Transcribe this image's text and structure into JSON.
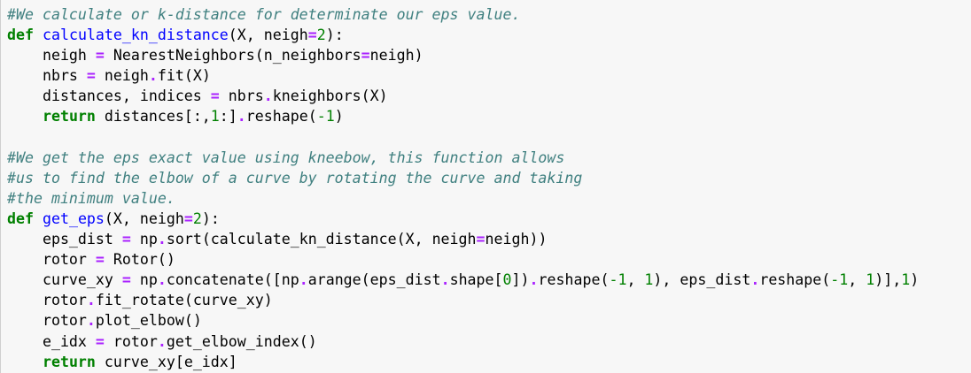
{
  "colors": {
    "background": "#f7f7f7",
    "comment": "#408080",
    "keyword": "#008000",
    "function_name": "#0000ff",
    "operator": "#aa22ff",
    "number": "#008000",
    "text": "#000000"
  },
  "code_lines": [
    [
      {
        "t": "#We calculate or k-distance for determinate our eps value.",
        "c": "cm"
      }
    ],
    [
      {
        "t": "def",
        "c": "kw"
      },
      {
        "t": " ",
        "c": "p"
      },
      {
        "t": "calculate_kn_distance",
        "c": "fn"
      },
      {
        "t": "(X, neigh",
        "c": "p"
      },
      {
        "t": "=",
        "c": "op"
      },
      {
        "t": "2",
        "c": "mi"
      },
      {
        "t": "):",
        "c": "p"
      }
    ],
    [
      {
        "t": "    neigh ",
        "c": "p"
      },
      {
        "t": "=",
        "c": "op"
      },
      {
        "t": " NearestNeighbors(n_neighbors",
        "c": "p"
      },
      {
        "t": "=",
        "c": "op"
      },
      {
        "t": "neigh)",
        "c": "p"
      }
    ],
    [
      {
        "t": "    nbrs ",
        "c": "p"
      },
      {
        "t": "=",
        "c": "op"
      },
      {
        "t": " neigh",
        "c": "p"
      },
      {
        "t": ".",
        "c": "op"
      },
      {
        "t": "fit(X)",
        "c": "p"
      }
    ],
    [
      {
        "t": "    distances, indices ",
        "c": "p"
      },
      {
        "t": "=",
        "c": "op"
      },
      {
        "t": " nbrs",
        "c": "p"
      },
      {
        "t": ".",
        "c": "op"
      },
      {
        "t": "kneighbors(X)",
        "c": "p"
      }
    ],
    [
      {
        "t": "    ",
        "c": "p"
      },
      {
        "t": "return",
        "c": "kw"
      },
      {
        "t": " distances[:,",
        "c": "p"
      },
      {
        "t": "1",
        "c": "mi"
      },
      {
        "t": ":]",
        "c": "p"
      },
      {
        "t": ".",
        "c": "op"
      },
      {
        "t": "reshape(",
        "c": "p"
      },
      {
        "t": "-1",
        "c": "mi"
      },
      {
        "t": ")",
        "c": "p"
      }
    ],
    [
      {
        "t": "",
        "c": "p"
      }
    ],
    [
      {
        "t": "#We get the eps exact value using kneebow, this function allows",
        "c": "cm"
      }
    ],
    [
      {
        "t": "#us to find the elbow of a curve by rotating the curve and taking",
        "c": "cm"
      }
    ],
    [
      {
        "t": "#the minimum value.",
        "c": "cm"
      }
    ],
    [
      {
        "t": "def",
        "c": "kw"
      },
      {
        "t": " ",
        "c": "p"
      },
      {
        "t": "get_eps",
        "c": "fn"
      },
      {
        "t": "(X, neigh",
        "c": "p"
      },
      {
        "t": "=",
        "c": "op"
      },
      {
        "t": "2",
        "c": "mi"
      },
      {
        "t": "):",
        "c": "p"
      }
    ],
    [
      {
        "t": "    eps_dist ",
        "c": "p"
      },
      {
        "t": "=",
        "c": "op"
      },
      {
        "t": " np",
        "c": "p"
      },
      {
        "t": ".",
        "c": "op"
      },
      {
        "t": "sort(calculate_kn_distance(X, neigh",
        "c": "p"
      },
      {
        "t": "=",
        "c": "op"
      },
      {
        "t": "neigh))",
        "c": "p"
      }
    ],
    [
      {
        "t": "    rotor ",
        "c": "p"
      },
      {
        "t": "=",
        "c": "op"
      },
      {
        "t": " Rotor()",
        "c": "p"
      }
    ],
    [
      {
        "t": "    curve_xy ",
        "c": "p"
      },
      {
        "t": "=",
        "c": "op"
      },
      {
        "t": " np",
        "c": "p"
      },
      {
        "t": ".",
        "c": "op"
      },
      {
        "t": "concatenate([np",
        "c": "p"
      },
      {
        "t": ".",
        "c": "op"
      },
      {
        "t": "arange(eps_dist",
        "c": "p"
      },
      {
        "t": ".",
        "c": "op"
      },
      {
        "t": "shape[",
        "c": "p"
      },
      {
        "t": "0",
        "c": "mi"
      },
      {
        "t": "])",
        "c": "p"
      },
      {
        "t": ".",
        "c": "op"
      },
      {
        "t": "reshape(",
        "c": "p"
      },
      {
        "t": "-1",
        "c": "mi"
      },
      {
        "t": ", ",
        "c": "p"
      },
      {
        "t": "1",
        "c": "mi"
      },
      {
        "t": "), eps_dist",
        "c": "p"
      },
      {
        "t": ".",
        "c": "op"
      },
      {
        "t": "reshape(",
        "c": "p"
      },
      {
        "t": "-1",
        "c": "mi"
      },
      {
        "t": ", ",
        "c": "p"
      },
      {
        "t": "1",
        "c": "mi"
      },
      {
        "t": ")],",
        "c": "p"
      },
      {
        "t": "1",
        "c": "mi"
      },
      {
        "t": ")",
        "c": "p"
      }
    ],
    [
      {
        "t": "    rotor",
        "c": "p"
      },
      {
        "t": ".",
        "c": "op"
      },
      {
        "t": "fit_rotate(curve_xy)",
        "c": "p"
      }
    ],
    [
      {
        "t": "    rotor",
        "c": "p"
      },
      {
        "t": ".",
        "c": "op"
      },
      {
        "t": "plot_elbow()",
        "c": "p"
      }
    ],
    [
      {
        "t": "    e_idx ",
        "c": "p"
      },
      {
        "t": "=",
        "c": "op"
      },
      {
        "t": " rotor",
        "c": "p"
      },
      {
        "t": ".",
        "c": "op"
      },
      {
        "t": "get_elbow_index()",
        "c": "p"
      }
    ],
    [
      {
        "t": "    ",
        "c": "p"
      },
      {
        "t": "return",
        "c": "kw"
      },
      {
        "t": " curve_xy[e_idx]",
        "c": "p"
      }
    ]
  ]
}
